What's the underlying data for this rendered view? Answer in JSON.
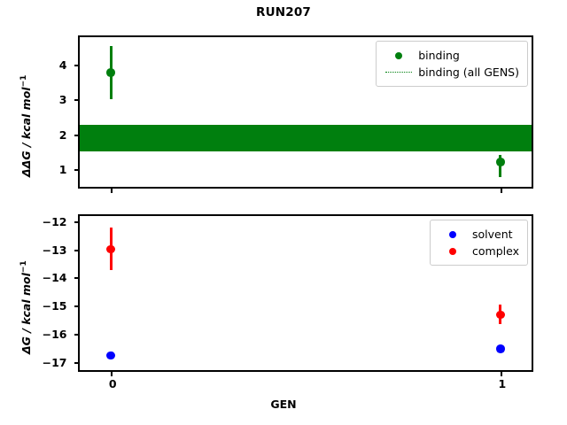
{
  "chart_data": {
    "type": "scatter",
    "title": "RUN207",
    "xlabel": "GEN",
    "x": [
      0,
      1
    ],
    "xtick_labels": [
      "0",
      "1"
    ],
    "xlim": [
      -0.08,
      1.08
    ],
    "grid": false,
    "panels": [
      {
        "id": "binding",
        "ylabel": "ΔΔG / kcal mol",
        "ylabel_exponent": "−1",
        "ylim": [
          0.49,
          4.79
        ],
        "ytick_labels": [
          "1",
          "2",
          "3",
          "4"
        ],
        "yticks": [
          1,
          2,
          3,
          4
        ],
        "legend_position": "upper right",
        "series": [
          {
            "name": "binding",
            "type": "errorbar",
            "color": "#007f0e",
            "marker": "o",
            "x": [
              0,
              1
            ],
            "values": [
              3.77,
              1.2
            ],
            "yerr_low": [
              0.77,
              0.42
            ],
            "yerr_high": [
              0.76,
              0.2
            ]
          },
          {
            "name": "binding (all GENS)",
            "type": "band",
            "color": "#007f0e",
            "linestyle": "dotted",
            "band_low": 1.52,
            "band_high": 2.28
          }
        ],
        "legend": [
          {
            "label": "binding",
            "key": "dot",
            "color": "#007f0e"
          },
          {
            "label": "binding (all GENS)",
            "key": "dotted-line",
            "color": "#007f0e"
          }
        ]
      },
      {
        "id": "free-energy",
        "ylabel": "ΔG / kcal mol",
        "ylabel_exponent": "−1",
        "ylim": [
          -17.28,
          -11.82
        ],
        "ytick_labels": [
          "−12",
          "−13",
          "−14",
          "−15",
          "−16",
          "−17"
        ],
        "yticks": [
          -12,
          -13,
          -14,
          -15,
          -16,
          -17
        ],
        "legend_position": "upper right",
        "series": [
          {
            "name": "solvent",
            "type": "errorbar",
            "color": "#0000ff",
            "marker": "o",
            "x": [
              0,
              1
            ],
            "values": [
              -16.76,
              -16.52
            ],
            "yerr_low": [
              0.04,
              0.07
            ],
            "yerr_high": [
              0.04,
              0.07
            ]
          },
          {
            "name": "complex",
            "type": "errorbar",
            "color": "#ff0000",
            "marker": "o",
            "x": [
              0,
              1
            ],
            "values": [
              -12.99,
              -15.32
            ],
            "yerr_low": [
              0.74,
              0.32
            ],
            "yerr_high": [
              0.77,
              0.36
            ]
          }
        ],
        "legend": [
          {
            "label": "solvent",
            "key": "dot",
            "color": "#0000ff"
          },
          {
            "label": "complex",
            "key": "dot",
            "color": "#ff0000"
          }
        ]
      }
    ]
  }
}
